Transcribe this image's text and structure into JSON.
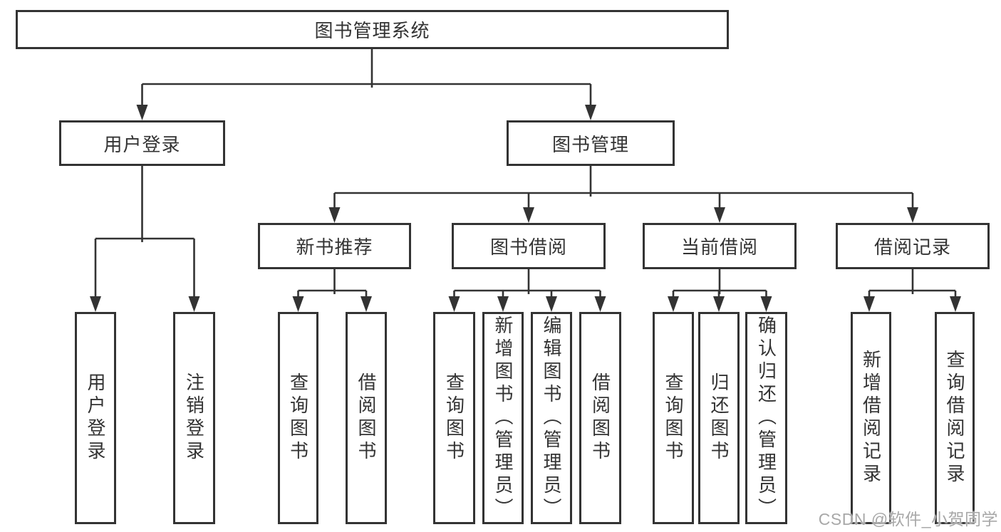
{
  "colors": {
    "line": "#333333",
    "text": "#333333",
    "background": "#ffffff",
    "watermark": "#a8a8a8"
  },
  "watermark": "CSDN @软件_小贺同学",
  "tree": {
    "root": {
      "label": "图书管理系统"
    },
    "branches": [
      {
        "label": "用户登录",
        "children": [
          {
            "label": "用户登录"
          },
          {
            "label": "注销登录"
          }
        ]
      },
      {
        "label": "图书管理",
        "children": [
          {
            "label": "新书推荐",
            "children": [
              {
                "label": "查询图书"
              },
              {
                "label": "借阅图书"
              }
            ]
          },
          {
            "label": "图书借阅",
            "children": [
              {
                "label": "查询图书"
              },
              {
                "label": "新增图书（管理员）"
              },
              {
                "label": "编辑图书（管理员）"
              },
              {
                "label": "借阅图书"
              }
            ]
          },
          {
            "label": "当前借阅",
            "children": [
              {
                "label": "查询图书"
              },
              {
                "label": "归还图书"
              },
              {
                "label": "确认归还（管理员）"
              }
            ]
          },
          {
            "label": "借阅记录",
            "children": [
              {
                "label": "新增借阅记录"
              },
              {
                "label": "查询借阅记录"
              }
            ]
          }
        ]
      }
    ]
  }
}
